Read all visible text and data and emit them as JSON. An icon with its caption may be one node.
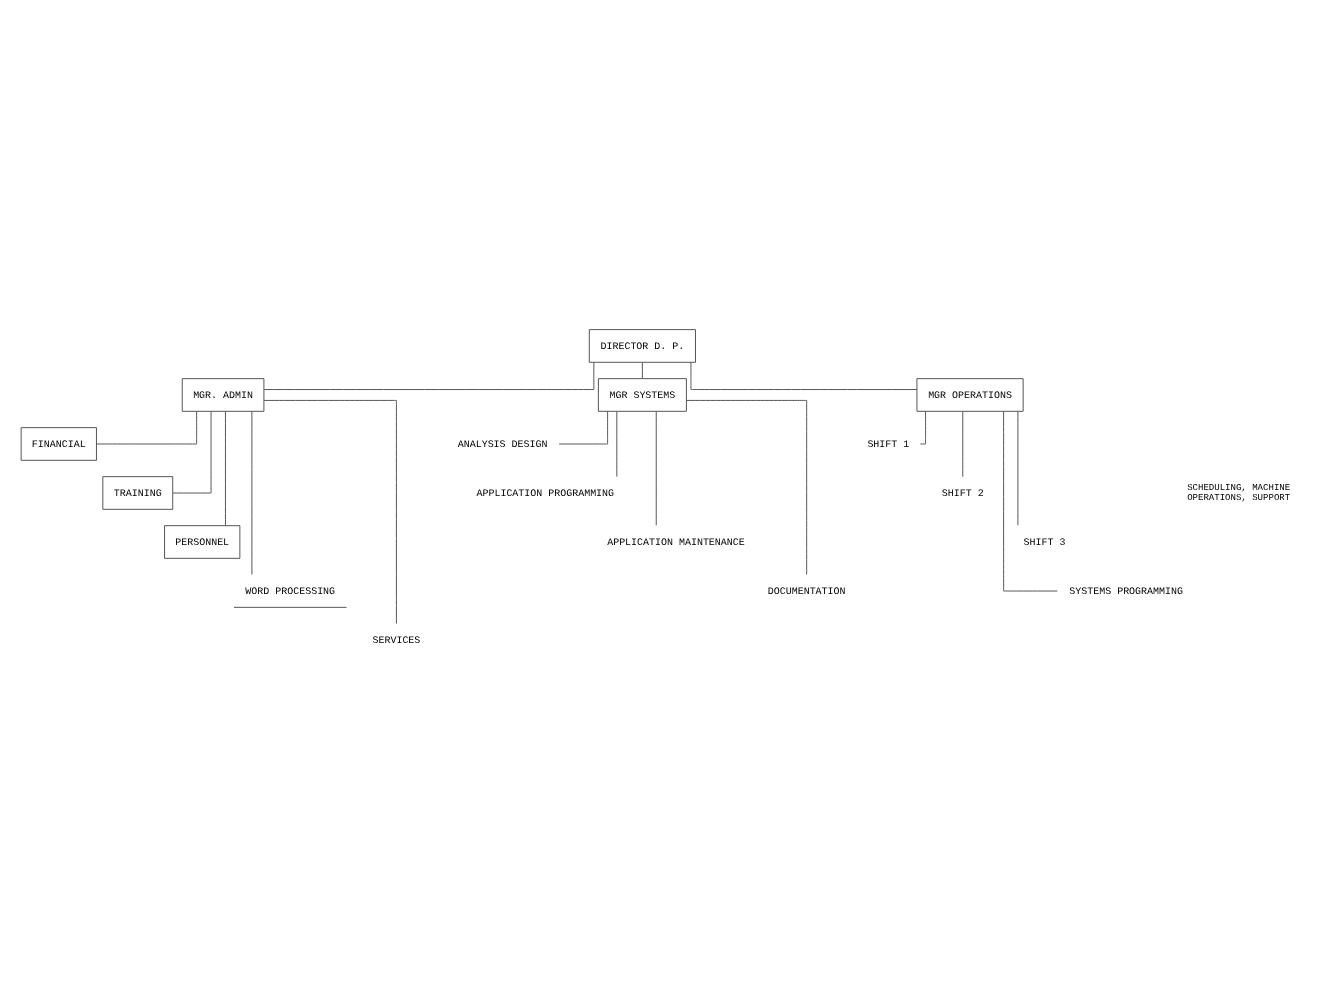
{
  "diagram": {
    "nodes": [
      {
        "text": [
          "DIRECTOR D. P."
        ]
      },
      {
        "text": [
          "MGR. ADMIN"
        ]
      },
      {
        "text": [
          "MGR SYSTEMS"
        ]
      },
      {
        "text": [
          "MGR OPERATIONS"
        ]
      },
      {
        "text": [
          "FINANCIAL"
        ]
      },
      {
        "text": [
          "TRAINING"
        ]
      },
      {
        "text": [
          "PERSONNEL"
        ]
      },
      {
        "text": [
          "WORD PROCESSING"
        ]
      },
      {
        "text": [
          "SERVICES"
        ]
      },
      {
        "text": [
          "ANALYSIS DESIGN"
        ]
      },
      {
        "text": [
          "APPLICATION PROGRAMMING"
        ]
      },
      {
        "text": [
          "APPLICATION MAINTENANCE"
        ]
      },
      {
        "text": [
          "DOCUMENTATION"
        ]
      },
      {
        "text": [
          "SHIFT 1"
        ]
      },
      {
        "text": [
          "SHIFT 2"
        ]
      },
      {
        "text": [
          "SHIFT 3"
        ]
      },
      {
        "text": [
          "SYSTEMS PROGRAMMING"
        ]
      }
    ],
    "edges": [
      {
        "from": 0,
        "to": 1,
        "arrow": "none"
      },
      {
        "from": 0,
        "to": 2,
        "arrow": "none"
      },
      {
        "from": 0,
        "to": 3,
        "arrow": "none"
      },
      {
        "from": 1,
        "to": 4,
        "arrow": "none"
      },
      {
        "from": 1,
        "to": 5,
        "arrow": "none"
      },
      {
        "from": 1,
        "to": 6,
        "arrow": "none"
      },
      {
        "from": 1,
        "to": 7,
        "arrow": "none"
      },
      {
        "from": 1,
        "to": 8,
        "arrow": "none"
      },
      {
        "from": 2,
        "to": 9,
        "arrow": "none"
      },
      {
        "from": 2,
        "to": 10,
        "arrow": "none"
      },
      {
        "from": 2,
        "to": 11,
        "arrow": "none"
      },
      {
        "from": 2,
        "to": 12,
        "arrow": "none"
      },
      {
        "from": 3,
        "to": 13,
        "arrow": "none"
      },
      {
        "from": 3,
        "to": 14,
        "arrow": "none"
      },
      {
        "from": 3,
        "to": 15,
        "arrow": "none"
      },
      {
        "from": 3,
        "to": 16,
        "arrow": "none"
      }
    ],
    "labels": [
      "SCHEDULING, MACHINE OPERATIONS, SUPPORT"
    ]
  }
}
